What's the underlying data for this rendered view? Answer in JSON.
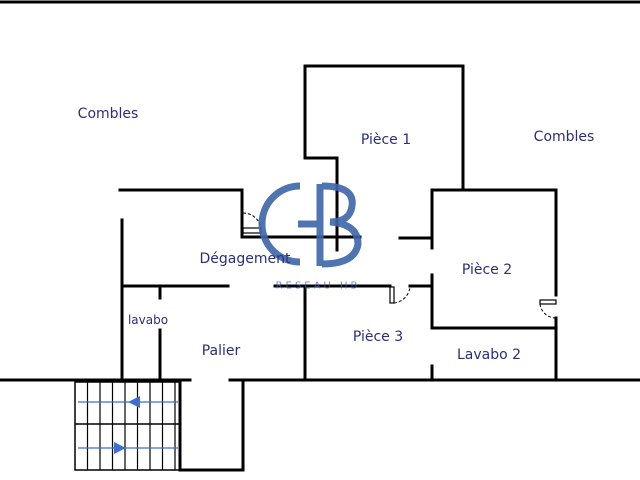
{
  "rooms": {
    "combles_left": "Combles",
    "combles_right": "Combles",
    "piece1": "Pièce 1",
    "piece2": "Pièce 2",
    "piece3": "Pièce 3",
    "degagement": "Dégagement",
    "lavabo": "lavabo",
    "palier": "Palier",
    "lavabo2": "Lavabo 2"
  },
  "watermark": {
    "logo": "HB",
    "text": "RESEAU HB"
  },
  "colors": {
    "label": "#2b2e78",
    "logo": "#3d66aa",
    "stairs_arrow": "#3d6fcc"
  }
}
